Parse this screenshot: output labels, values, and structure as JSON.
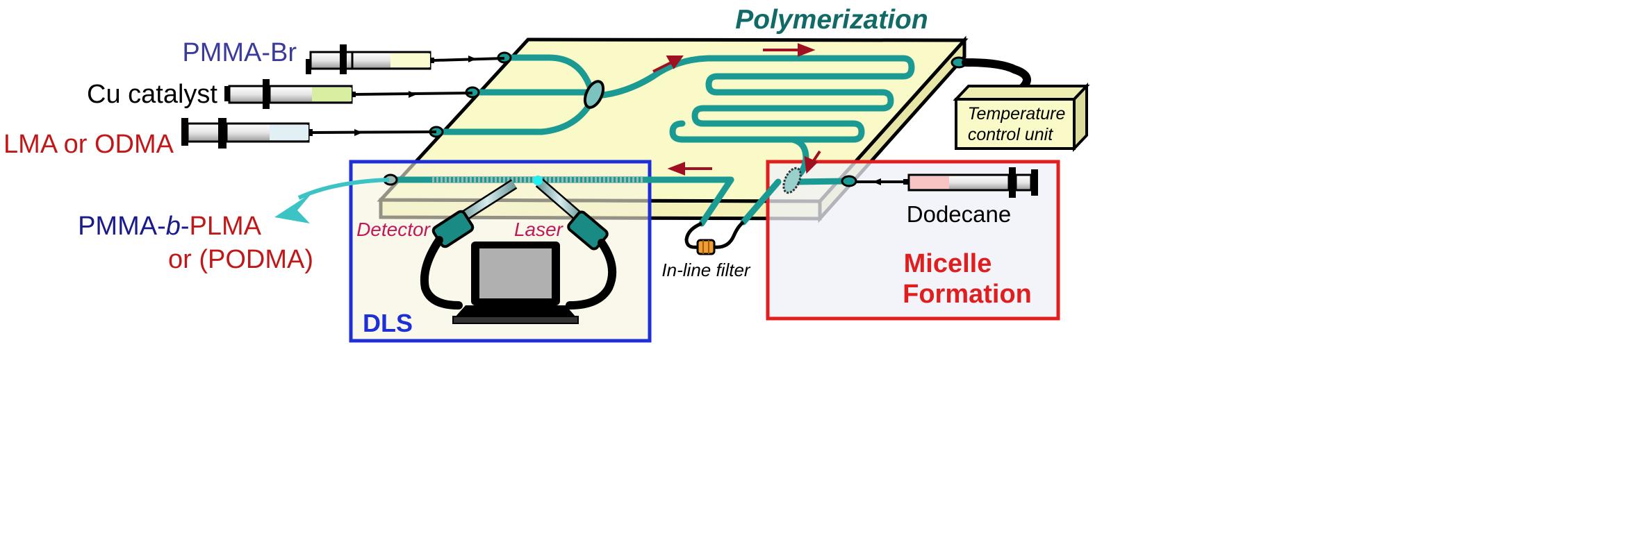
{
  "title": "Polymerization",
  "inputs": {
    "pmma_br": "PMMA-Br",
    "cu_catalyst": "Cu catalyst",
    "monomer": "LMA or ODMA"
  },
  "product": {
    "line1_part1": "PMMA-",
    "line1_italic": "b",
    "line1_part2": "-",
    "line1_part3": "PLMA",
    "line2": "or (PODMA)"
  },
  "temperature_unit": {
    "line1": "Temperature",
    "line2": "control unit"
  },
  "dls": {
    "title": "DLS",
    "detector": "Detector",
    "laser": "Laser"
  },
  "filter": "In-line filter",
  "micelle": {
    "solvent": "Dodecane",
    "line1": "Micelle",
    "line2": "Formation"
  },
  "colors": {
    "channel": "#1a9a92",
    "chip": "#fafac8",
    "dls_box": "#1f2fd8",
    "micelle_box": "#e01e1e",
    "arrow_dark_red": "#a01020",
    "title_teal": "#116a66",
    "pmma_br_text": "#3b3b9c",
    "monomer_text": "#c01818",
    "annotation_magenta": "#c0185a"
  }
}
